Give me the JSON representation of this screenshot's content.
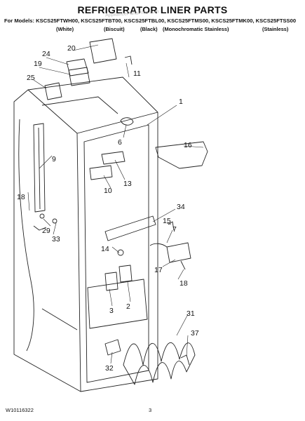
{
  "header": {
    "title": "REFRIGERATOR LINER PARTS",
    "models_line": "For Models: KSCS25FTWH00, KSCS25FTBT00, KSCS25FTBL00, KSCS25FTMS00, KSCS25FTMK00, KSCS25FTSS00",
    "finishes": [
      "(White)",
      "(Biscuit)",
      "(Black)",
      "(Monochromatic Stainless)",
      "(Stainless)"
    ],
    "watermark": "AppliancePartsPros.com"
  },
  "callouts": {
    "c1": "1",
    "c2": "2",
    "c3": "3",
    "c6": "6",
    "c7": "7",
    "c9": "9",
    "c10": "10",
    "c11": "11",
    "c13": "13",
    "c14": "14",
    "c15": "15",
    "c16": "16",
    "c17": "17",
    "c18a": "18",
    "c18b": "18",
    "c19": "19",
    "c20": "20",
    "c24": "24",
    "c25": "25",
    "c29": "29",
    "c31": "31",
    "c32": "32",
    "c33": "33",
    "c34": "34",
    "c37": "37"
  },
  "footer": {
    "doc_number": "W10116322",
    "page_number": "3"
  }
}
